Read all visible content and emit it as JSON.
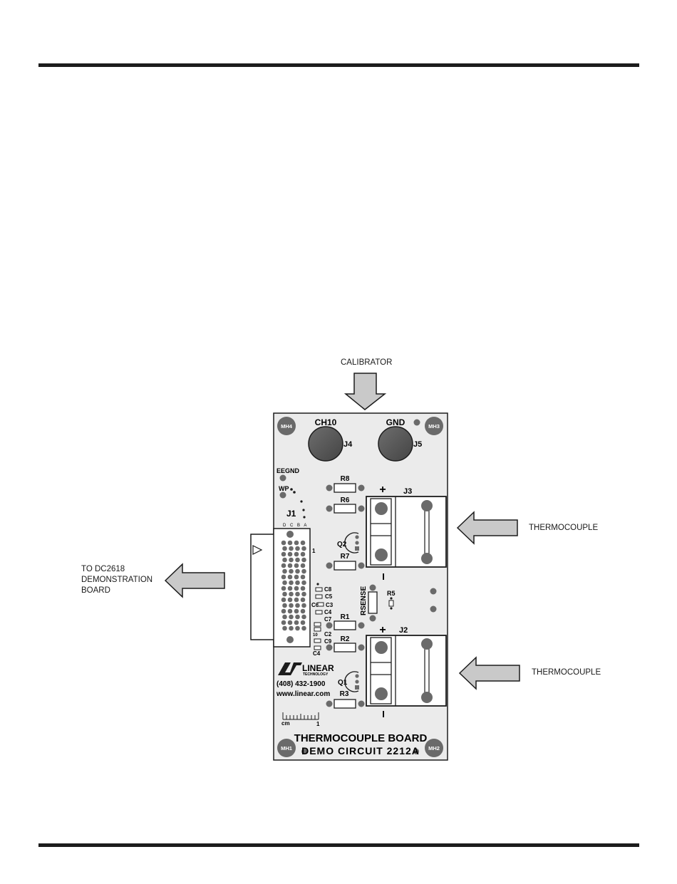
{
  "callouts": {
    "calibrator": "CALIBRATOR",
    "thermocouple_top": "THERMOCOUPLE",
    "thermocouple_bottom": "THERMOCOUPLE",
    "to_dc2618": [
      "TO DC2618",
      "DEMONSTRATION",
      "BOARD"
    ]
  },
  "board": {
    "mounting_holes": [
      "MH4",
      "MH3",
      "MH1",
      "MH2"
    ],
    "connectors": {
      "j4_label": "CH10",
      "j4_ref": "J4",
      "j5_label": "GND",
      "j5_ref": "J5",
      "j1_ref": "J1",
      "j1_rows": "D C B A",
      "j1_pin1": "1",
      "j3_ref": "J3",
      "j2_ref": "J2"
    },
    "test_points": {
      "eegnd": "EEGND",
      "wp": "WP"
    },
    "resistors": [
      "R8",
      "R6",
      "R7",
      "R1",
      "R2",
      "R3",
      "R5",
      "RSENSE"
    ],
    "transistors": [
      "Q2",
      "Q1"
    ],
    "capacitors": [
      "C8",
      "C5",
      "C6",
      "C3",
      "C4",
      "C7",
      "C2",
      "C9",
      "C4",
      "10"
    ],
    "polarity": {
      "plus": "+",
      "minus": "I"
    },
    "logo": {
      "brand": "LINEAR",
      "sub": "TECHNOLOGY",
      "phone": "(408) 432-1900",
      "web": "www.linear.com"
    },
    "scale": {
      "unit": "cm",
      "value": "1"
    },
    "title_line1": "THERMOCOUPLE BOARD",
    "title_line2": "DEMO CIRCUIT 2212A"
  },
  "colors": {
    "board_fill": "#ebebeb",
    "arrow_fill": "#c9c9c9",
    "dark": "#1c1c1c",
    "pad": "#6a6a6a",
    "banana_jack": "#5b5b5b"
  }
}
